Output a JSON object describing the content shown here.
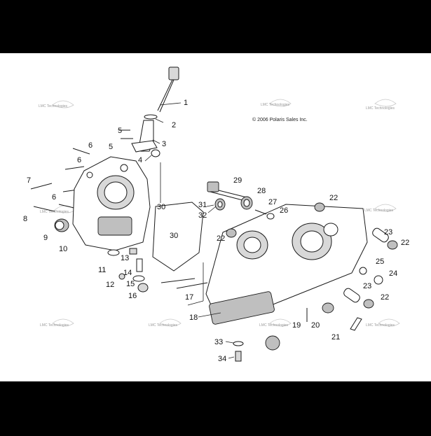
{
  "copyright": "© 2006 Polaris Sales Inc.",
  "watermark_text": "LMC Technologies",
  "callouts": [
    "1",
    "2",
    "3",
    "4",
    "5",
    "5",
    "6",
    "6",
    "6",
    "7",
    "8",
    "9",
    "10",
    "11",
    "12",
    "13",
    "14",
    "15",
    "16",
    "17",
    "18",
    "19",
    "20",
    "21",
    "22",
    "22",
    "22",
    "22",
    "23",
    "23",
    "24",
    "25",
    "26",
    "27",
    "28",
    "29",
    "30",
    "30",
    "31",
    "32",
    "33",
    "34"
  ],
  "colors": {
    "background": "#000000",
    "canvas": "#ffffff",
    "line": "#1a1a1a"
  }
}
